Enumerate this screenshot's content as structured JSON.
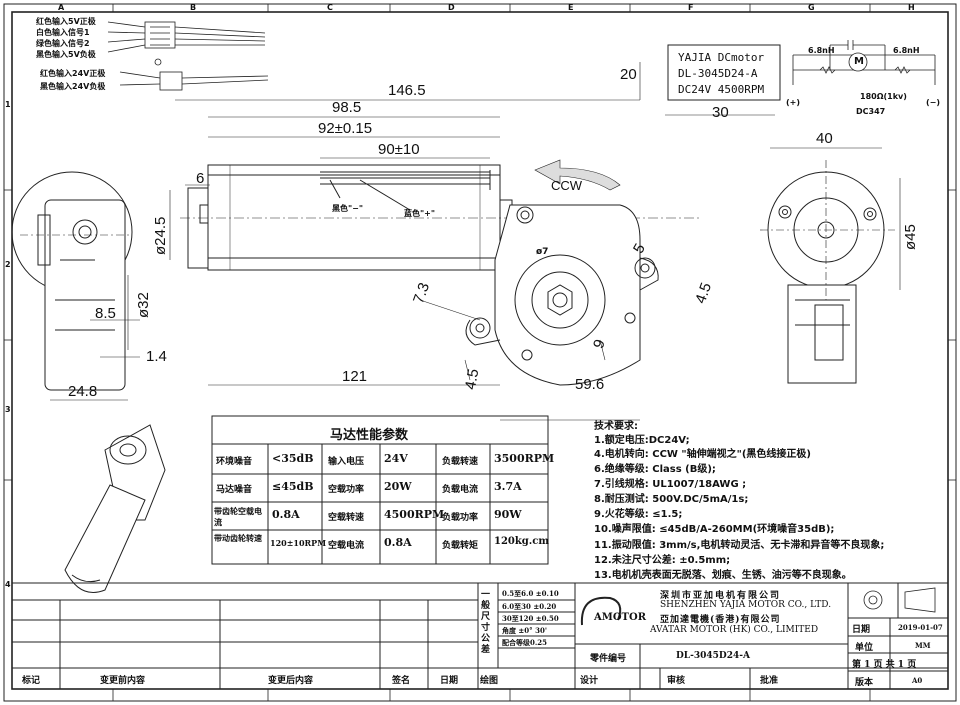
{
  "frame": {
    "col_letters": [
      "A",
      "B",
      "C",
      "D",
      "E",
      "F",
      "G",
      "H"
    ],
    "row_numbers": [
      "1",
      "2",
      "3",
      "4"
    ]
  },
  "wire_labels": [
    "红色输入5V正极",
    "白色输入信号1",
    "绿色输入信号2",
    "黑色输入5V负极",
    "红色输入24V正极",
    "黑色输入24V负极"
  ],
  "model_box": {
    "line1": "YAJIA DCmotor",
    "line2": "DL-3045D24-A",
    "line3": "DC24V 4500RPM",
    "dim_height": "20",
    "dim_width": "30"
  },
  "circuit": {
    "cap_left": "6.8nH",
    "cap_right": "6.8nH",
    "motor_symbol": "M",
    "resistor": "180Ω(1kv)",
    "part": "DC347",
    "plus": "(+)",
    "minus": "(−)"
  },
  "dims": {
    "d146": "146.5",
    "d98": "98.5",
    "d92": "92±0.15",
    "d90": "90±10",
    "d6": "6",
    "d24_5": "ø24.5",
    "d32": "ø32",
    "d8_5": "8.5",
    "d1_4": "1.4",
    "d24_8": "24.8",
    "d121": "121",
    "d59_6": "59.6",
    "d7_3": "7.3",
    "d4_5a": "4.5",
    "d4_5b": "4.5",
    "d5": "5",
    "d9": "9",
    "d7": "ø7",
    "d40": "40",
    "d45": "ø45",
    "ccw": "CCW"
  },
  "wire_notes": {
    "black": "黑色\"−\"",
    "blue": "蓝色\"+\""
  },
  "params": {
    "title": "马达性能参数",
    "rows": [
      [
        "环境噪音",
        "<35dB",
        "输入电压",
        "24V",
        "负载转速",
        "3500RPM"
      ],
      [
        "马达噪音",
        "≤45dB",
        "空载功率",
        "20W",
        "负载电流",
        "3.7A"
      ],
      [
        "带齿轮空载电流",
        "0.8A",
        "空载转速",
        "4500RPM",
        "负载功率",
        "90W"
      ],
      [
        "带动齿轮转速",
        "120±10RPM",
        "空载电流",
        "0.8A",
        "负载转矩",
        "120kg.cm"
      ]
    ]
  },
  "tech": {
    "title": "技术要求:",
    "items": [
      "1.额定电压:DC24V;",
      "4.电机转向: CCW \"轴伸端视之\"(黑色线接正极)",
      "6.绝缘等级: Class (B级);",
      "7.引线规格: UL1007/18AWG ;",
      "8.耐压测试: 500V.DC/5mA/1s;",
      "9.火花等级: ≤1.5;",
      "10.噪声限值: ≤45dB/A-260MM(环境噪音35dB);",
      "11.振动限值: 3mm/s,电机转动灵活、无卡滞和异音等不良现象;",
      "12.未注尺寸公差: ±0.5mm;",
      "13.电机机壳表面无脱落、划痕、生锈、油污等不良现象。"
    ]
  },
  "tolerance": {
    "label": "一般尺寸公差",
    "rows": [
      "0.5至6.0 ±0.10",
      "6.0至30 ±0.20",
      "30至120 ±0.50",
      "角度 ±0° 30'",
      "配合等级0.25"
    ]
  },
  "company": {
    "cn1": "深圳市亚加电机有限公司",
    "en1": "SHENZHEN YAJIA MOTOR CO., LTD.",
    "cn2": "亞加達電機(香港)有限公司",
    "en2": "AVATAR MOTOR (HK) CO., LIMITED",
    "logo": "AMOTOR"
  },
  "title_block": {
    "part_no_label": "零件编号",
    "part_no": "DL-3045D24-A",
    "date_label": "日期",
    "date": "2019-01-07",
    "unit_label": "单位",
    "unit": "MM",
    "sheet": "第 1 页 共 1 页",
    "version_label": "版本",
    "version": "A0",
    "mark": "标记",
    "before": "变更前内容",
    "after": "变更后内容",
    "sign": "签名",
    "date2": "日期",
    "drawn": "绘图",
    "design": "设计",
    "check": "审核",
    "approve": "批准"
  }
}
